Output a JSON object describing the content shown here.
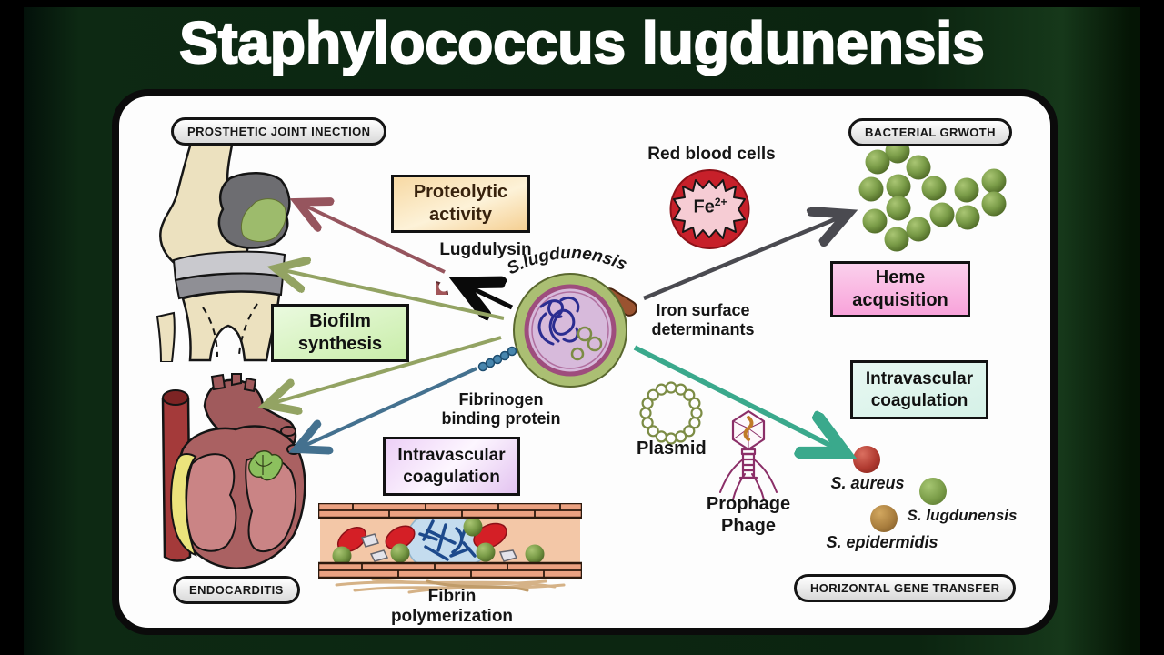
{
  "title": "Staphylococcus lugdunensis",
  "pills": {
    "prosthetic_joint": "PROSTHETIC JOINT INECTION",
    "bacterial_growth": "BACTERIAL GRWOTH",
    "endocarditis": "ENDOCARDITIS",
    "horizontal_gene_transfer": "HORIZONTAL GENE TRANSFER"
  },
  "boxes": {
    "proteolytic_activity": {
      "label": "Proteolytic activity",
      "fill": "#f8d9a2"
    },
    "biofilm_synthesis": {
      "label": "Biofilm synthesis",
      "fill": "#c9eda9"
    },
    "heme_acquisition": {
      "label": "Heme acquisition",
      "fill": "#f8a3da"
    },
    "intravascular_coagulation_right": {
      "label": "Intravascular coagulation",
      "fill": "#d5f1e7"
    },
    "intravascular_coagulation_center": {
      "label": "Intravascular coagulation",
      "fill": "#ecd2f6"
    }
  },
  "annotations": {
    "red_blood_cells": "Red blood cells",
    "lugdulysin": "Lugdulysin",
    "central_bacterium_label": "S.lugdunensis",
    "iron_surface_determinants": "Iron surface determinants",
    "fibrinogen_binding_protein": "Fibrinogen binding protein",
    "plasmid": "Plasmid",
    "prophage": "Prophage Phage",
    "fibrin_polymerization": "Fibrin polymerization",
    "fe_symbol": "Fe",
    "fe_charge": "2+"
  },
  "species": {
    "s_aureus": "S. aureus",
    "s_lugdunensis": "S. lugdunensis",
    "s_epidermidis": "S. epidermidis"
  },
  "colors": {
    "background_green": "#0d2913",
    "panel_white": "#fdfdfd",
    "arrow_maroon": "#96555e",
    "arrow_black": "#0a0a0a",
    "arrow_olive": "#93a363",
    "arrow_blue": "#44718f",
    "arrow_gray": "#4a4a50",
    "arrow_teal": "#3aa98c",
    "bacterium_wall_green": "#abbf73",
    "bacterium_membrane_magenta": "#9e4d7d",
    "bacterium_cytoplasm_pink": "#d7badb",
    "rbc_red": "#c7202a",
    "growth_sphere_green": "#7a9c48",
    "ball_red": "#b03a30",
    "ball_green": "#7a9c48",
    "ball_brown": "#a97e3e"
  }
}
